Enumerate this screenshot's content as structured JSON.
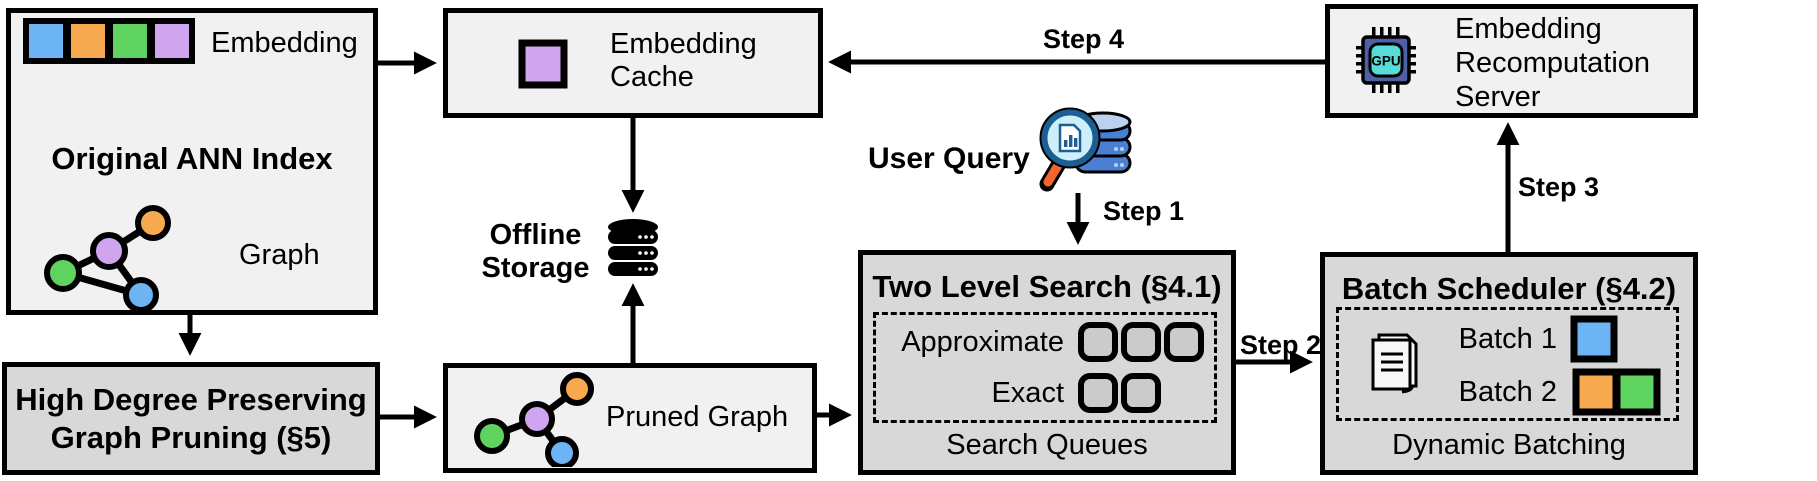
{
  "colors": {
    "blue": "#6db4f5",
    "orange": "#f6a94f",
    "green": "#5fd35f",
    "purple": "#cfa5ef",
    "light_box": "#f1f1f1",
    "dark_box": "#d8d8d8",
    "slot_fill": "#cbcbcb",
    "chip_body": "#4e61a8",
    "chip_core": "#57dcd7",
    "db_blue": "#4a7fd4",
    "db_light": "#bcd0f0",
    "lens_fill": "#cdeffa",
    "lens_rim": "#1d5e93",
    "handle_orange": "#f2662d",
    "page_fill": "#f8f8f8"
  },
  "ann_index": {
    "title": "Original ANN Index",
    "embedding_label": "Embedding",
    "graph_label": "Graph"
  },
  "graph_pruning": {
    "lines": [
      "High Degree Preserving",
      "Graph Pruning (§5)"
    ]
  },
  "embedding_cache": {
    "lines": [
      "Embedding",
      "Cache"
    ]
  },
  "offline_storage": {
    "lines": [
      "Offline",
      "Storage"
    ]
  },
  "pruned_graph": {
    "label": "Pruned Graph"
  },
  "user_query": {
    "label": "User Query"
  },
  "two_level_search": {
    "title": "Two Level Search (§4.1)",
    "rows": [
      {
        "label": "Approximate",
        "slots": 3
      },
      {
        "label": "Exact",
        "slots": 2
      }
    ],
    "caption": "Search Queues"
  },
  "batch_scheduler": {
    "title": "Batch Scheduler (§4.2)",
    "rows": [
      {
        "label": "Batch 1",
        "squares": [
          "blue"
        ]
      },
      {
        "label": "Batch 2",
        "squares": [
          "orange",
          "green"
        ]
      }
    ],
    "caption": "Dynamic Batching"
  },
  "recomputation_server": {
    "lines": [
      "Embedding",
      "Recomputation",
      "Server"
    ],
    "chip_label": "GPU"
  },
  "steps": {
    "s1": "Step 1",
    "s2": "Step 2",
    "s3": "Step 3",
    "s4": "Step 4"
  }
}
